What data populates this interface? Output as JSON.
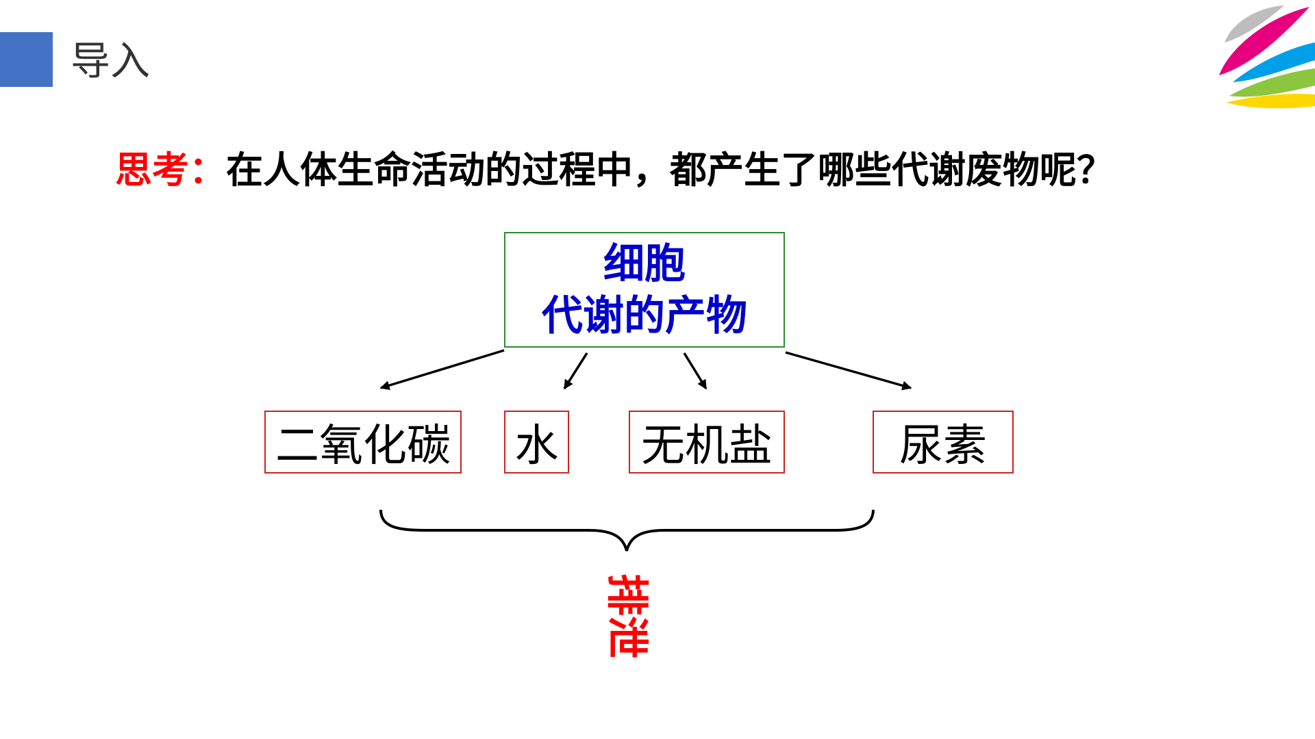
{
  "header": {
    "title": "导入"
  },
  "question": {
    "label": "思考：",
    "text": "在人体生命活动的过程中，都产生了哪些代谢废物呢？"
  },
  "source": {
    "line1": "细胞",
    "line2": "代谢的产物"
  },
  "products": [
    {
      "label": "二氧化碳"
    },
    {
      "label": "水"
    },
    {
      "label": "无机盐"
    },
    {
      "label": "尿素"
    }
  ],
  "result": {
    "label": "排泄"
  },
  "colors": {
    "accent": "#4472c4",
    "question_label": "#ff0000",
    "source_text": "#0000cc",
    "source_border": "#2e8b2e",
    "product_border": "#cc2222",
    "result_text": "#ff0000"
  },
  "icons": {
    "logo": "multicolor-swoosh-logo-icon"
  }
}
